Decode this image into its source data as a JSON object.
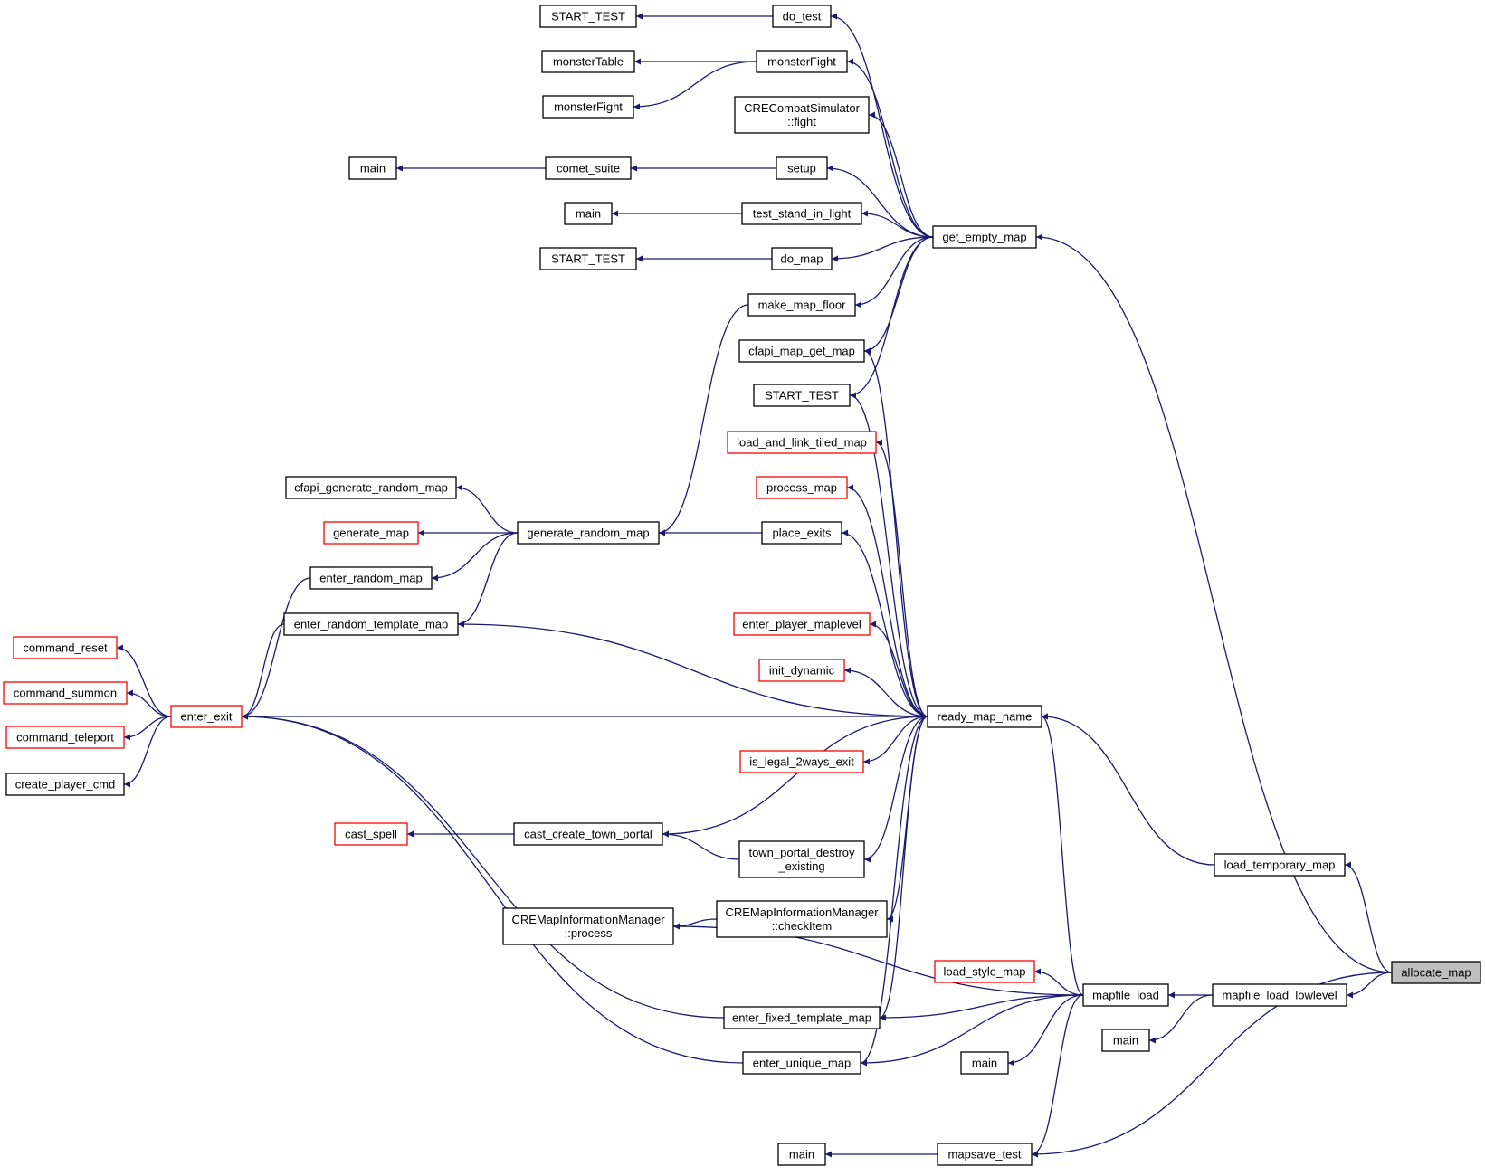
{
  "colors": {
    "edge": "#191970",
    "node_border": "#000000",
    "truncated_node_border": "#ff0000",
    "focus_fill": "#bfbfbf"
  },
  "nodes": {
    "start_test_1": {
      "lines": [
        "START_TEST"
      ],
      "style": "black"
    },
    "monstertable": {
      "lines": [
        "monsterTable"
      ],
      "style": "black"
    },
    "monsterfight_2": {
      "lines": [
        "monsterFight"
      ],
      "style": "black"
    },
    "main_1": {
      "lines": [
        "main"
      ],
      "style": "black"
    },
    "main_2": {
      "lines": [
        "main"
      ],
      "style": "black"
    },
    "start_test_2": {
      "lines": [
        "START_TEST"
      ],
      "style": "black"
    },
    "do_test": {
      "lines": [
        "do_test"
      ],
      "style": "black"
    },
    "monsterfight_1": {
      "lines": [
        "monsterFight"
      ],
      "style": "black"
    },
    "crecombat_fight": {
      "lines": [
        "CRECombatSimulator",
        "::fight"
      ],
      "style": "black"
    },
    "comet_suite": {
      "lines": [
        "comet_suite"
      ],
      "style": "black"
    },
    "setup": {
      "lines": [
        "setup"
      ],
      "style": "black"
    },
    "test_stand_in_light": {
      "lines": [
        "test_stand_in_light"
      ],
      "style": "black"
    },
    "do_map": {
      "lines": [
        "do_map"
      ],
      "style": "black"
    },
    "make_map_floor": {
      "lines": [
        "make_map_floor"
      ],
      "style": "black"
    },
    "cfapi_map_get_map": {
      "lines": [
        "cfapi_map_get_map"
      ],
      "style": "black"
    },
    "start_test_3": {
      "lines": [
        "START_TEST"
      ],
      "style": "black"
    },
    "load_and_link_tiled_map": {
      "lines": [
        "load_and_link_tiled_map"
      ],
      "style": "red"
    },
    "process_map": {
      "lines": [
        "process_map"
      ],
      "style": "red"
    },
    "cfapi_generate_random_map": {
      "lines": [
        "cfapi_generate_random_map"
      ],
      "style": "black"
    },
    "generate_map": {
      "lines": [
        "generate_map"
      ],
      "style": "red"
    },
    "generate_random_map": {
      "lines": [
        "generate_random_map"
      ],
      "style": "black"
    },
    "place_exits": {
      "lines": [
        "place_exits"
      ],
      "style": "black"
    },
    "enter_random_map": {
      "lines": [
        "enter_random_map"
      ],
      "style": "black"
    },
    "enter_random_template_map": {
      "lines": [
        "enter_random_template_map"
      ],
      "style": "black"
    },
    "command_reset": {
      "lines": [
        "command_reset"
      ],
      "style": "red"
    },
    "command_summon": {
      "lines": [
        "command_summon"
      ],
      "style": "red"
    },
    "command_teleport": {
      "lines": [
        "command_teleport"
      ],
      "style": "red"
    },
    "create_player_cmd": {
      "lines": [
        "create_player_cmd"
      ],
      "style": "black"
    },
    "enter_exit": {
      "lines": [
        "enter_exit"
      ],
      "style": "red"
    },
    "enter_player_maplevel": {
      "lines": [
        "enter_player_maplevel"
      ],
      "style": "red"
    },
    "init_dynamic": {
      "lines": [
        "init_dynamic"
      ],
      "style": "red"
    },
    "is_legal_2ways_exit": {
      "lines": [
        "is_legal_2ways_exit"
      ],
      "style": "red"
    },
    "cast_spell": {
      "lines": [
        "cast_spell"
      ],
      "style": "red"
    },
    "cast_create_town_portal": {
      "lines": [
        "cast_create_town_portal"
      ],
      "style": "black"
    },
    "town_portal_destroy_existing": {
      "lines": [
        "town_portal_destroy",
        "_existing"
      ],
      "style": "black"
    },
    "cremap_process": {
      "lines": [
        "CREMapInformationManager",
        "::process"
      ],
      "style": "black"
    },
    "cremap_checkitem": {
      "lines": [
        "CREMapInformationManager",
        "::checkItem"
      ],
      "style": "black"
    },
    "enter_fixed_template_map": {
      "lines": [
        "enter_fixed_template_map"
      ],
      "style": "black"
    },
    "enter_unique_map": {
      "lines": [
        "enter_unique_map"
      ],
      "style": "black"
    },
    "main_3": {
      "lines": [
        "main"
      ],
      "style": "black"
    },
    "get_empty_map": {
      "lines": [
        "get_empty_map"
      ],
      "style": "black"
    },
    "ready_map_name": {
      "lines": [
        "ready_map_name"
      ],
      "style": "black"
    },
    "load_style_map": {
      "lines": [
        "load_style_map"
      ],
      "style": "red"
    },
    "main_4": {
      "lines": [
        "main"
      ],
      "style": "black"
    },
    "mapfile_load": {
      "lines": [
        "mapfile_load"
      ],
      "style": "black"
    },
    "mapsave_test": {
      "lines": [
        "mapsave_test"
      ],
      "style": "black"
    },
    "main_5": {
      "lines": [
        "main"
      ],
      "style": "black"
    },
    "load_temporary_map": {
      "lines": [
        "load_temporary_map"
      ],
      "style": "black"
    },
    "mapfile_load_lowlevel": {
      "lines": [
        "mapfile_load_lowlevel"
      ],
      "style": "black"
    },
    "allocate_map": {
      "lines": [
        "allocate_map"
      ],
      "style": "focus"
    }
  },
  "edges": [
    [
      "start_test_1",
      "do_test"
    ],
    [
      "monstertable",
      "monsterfight_1"
    ],
    [
      "monsterfight_2",
      "monsterfight_1"
    ],
    [
      "main_1",
      "comet_suite"
    ],
    [
      "comet_suite",
      "setup"
    ],
    [
      "main_2",
      "test_stand_in_light"
    ],
    [
      "start_test_2",
      "do_map"
    ],
    [
      "do_test",
      "get_empty_map"
    ],
    [
      "monsterfight_1",
      "get_empty_map"
    ],
    [
      "crecombat_fight",
      "get_empty_map"
    ],
    [
      "setup",
      "get_empty_map"
    ],
    [
      "test_stand_in_light",
      "get_empty_map"
    ],
    [
      "do_map",
      "get_empty_map"
    ],
    [
      "make_map_floor",
      "get_empty_map"
    ],
    [
      "cfapi_map_get_map",
      "get_empty_map"
    ],
    [
      "start_test_3",
      "get_empty_map"
    ],
    [
      "generate_random_map",
      "make_map_floor"
    ],
    [
      "cfapi_generate_random_map",
      "generate_random_map"
    ],
    [
      "generate_map",
      "generate_random_map"
    ],
    [
      "enter_random_map",
      "generate_random_map"
    ],
    [
      "enter_random_template_map",
      "generate_random_map"
    ],
    [
      "generate_random_map",
      "place_exits"
    ],
    [
      "enter_exit",
      "enter_random_map"
    ],
    [
      "enter_exit",
      "enter_random_template_map"
    ],
    [
      "command_reset",
      "enter_exit"
    ],
    [
      "command_summon",
      "enter_exit"
    ],
    [
      "command_teleport",
      "enter_exit"
    ],
    [
      "create_player_cmd",
      "enter_exit"
    ],
    [
      "cfapi_map_get_map",
      "ready_map_name"
    ],
    [
      "start_test_3",
      "ready_map_name"
    ],
    [
      "load_and_link_tiled_map",
      "ready_map_name"
    ],
    [
      "process_map",
      "ready_map_name"
    ],
    [
      "place_exits",
      "ready_map_name"
    ],
    [
      "enter_random_template_map",
      "ready_map_name"
    ],
    [
      "enter_player_maplevel",
      "ready_map_name"
    ],
    [
      "init_dynamic",
      "ready_map_name"
    ],
    [
      "enter_exit",
      "ready_map_name"
    ],
    [
      "is_legal_2ways_exit",
      "ready_map_name"
    ],
    [
      "cast_create_town_portal",
      "ready_map_name"
    ],
    [
      "town_portal_destroy_existing",
      "ready_map_name"
    ],
    [
      "cremap_checkitem",
      "ready_map_name"
    ],
    [
      "enter_fixed_template_map",
      "ready_map_name"
    ],
    [
      "enter_unique_map",
      "ready_map_name"
    ],
    [
      "cast_spell",
      "cast_create_town_portal"
    ],
    [
      "cast_create_town_portal",
      "town_portal_destroy_existing"
    ],
    [
      "cremap_process",
      "cremap_checkitem"
    ],
    [
      "cremap_process",
      "mapfile_load"
    ],
    [
      "enter_exit",
      "enter_fixed_template_map"
    ],
    [
      "enter_exit",
      "enter_unique_map"
    ],
    [
      "main_3",
      "mapsave_test"
    ],
    [
      "ready_map_name",
      "mapfile_load"
    ],
    [
      "load_style_map",
      "mapfile_load"
    ],
    [
      "enter_fixed_template_map",
      "mapfile_load"
    ],
    [
      "main_4",
      "mapfile_load"
    ],
    [
      "enter_unique_map",
      "mapfile_load"
    ],
    [
      "mapsave_test",
      "mapfile_load"
    ],
    [
      "ready_map_name",
      "load_temporary_map"
    ],
    [
      "mapfile_load",
      "mapfile_load_lowlevel"
    ],
    [
      "main_5",
      "mapfile_load_lowlevel"
    ],
    [
      "get_empty_map",
      "allocate_map"
    ],
    [
      "load_temporary_map",
      "allocate_map"
    ],
    [
      "mapfile_load_lowlevel",
      "allocate_map"
    ],
    [
      "mapsave_test",
      "allocate_map"
    ]
  ]
}
